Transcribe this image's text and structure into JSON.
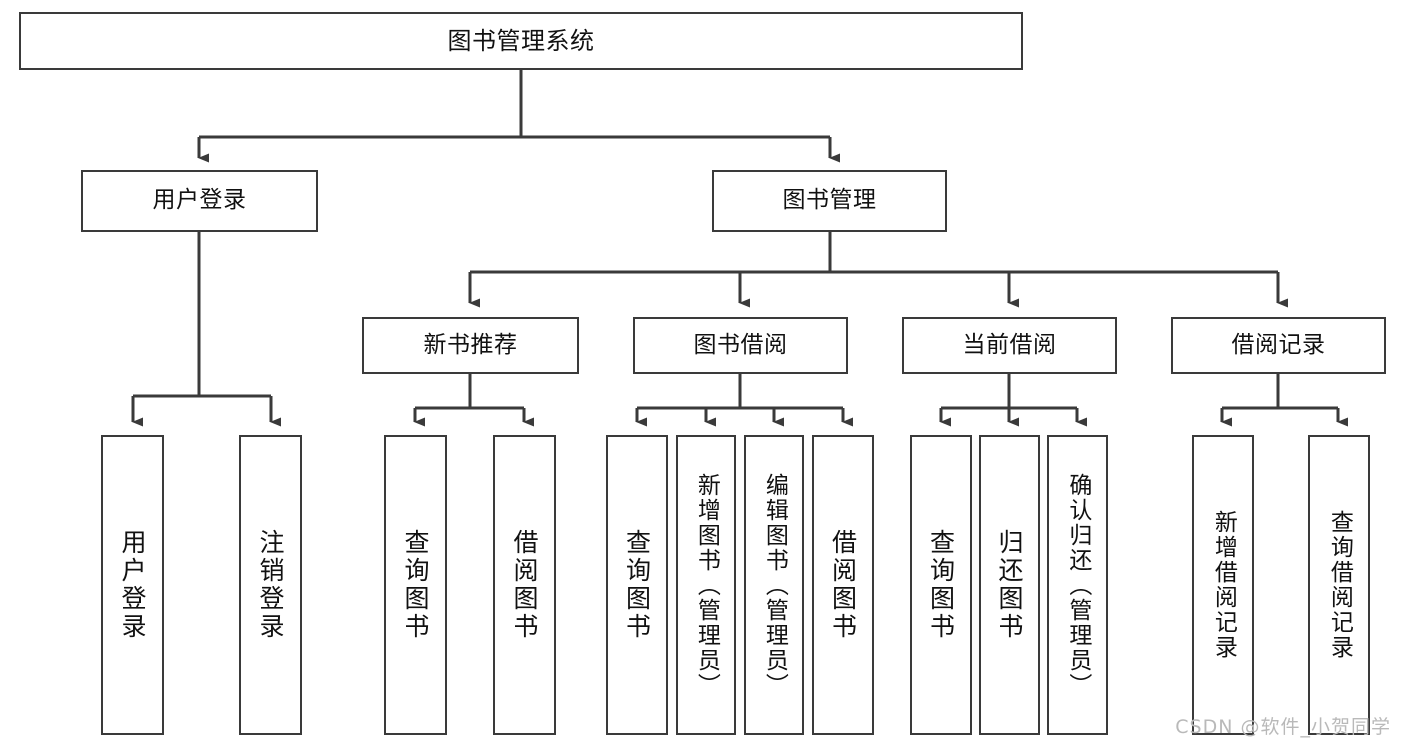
{
  "diagram": {
    "type": "tree-hierarchy",
    "title": "图书管理系统",
    "watermark": "CSDN @软件_小贺同学",
    "colors": {
      "stroke": "#3a3a3a",
      "fill": "#ffffff",
      "text": "#111111",
      "watermark": "#b9b9b9"
    },
    "root": {
      "label": "图书管理系统"
    },
    "level2": [
      {
        "id": "user-login",
        "label": "用户登录"
      },
      {
        "id": "book-manage",
        "label": "图书管理"
      }
    ],
    "level3": [
      {
        "id": "new-book-recommend",
        "label": "新书推荐",
        "parent": "book-manage"
      },
      {
        "id": "book-borrow",
        "label": "图书借阅",
        "parent": "book-manage"
      },
      {
        "id": "current-borrow",
        "label": "当前借阅",
        "parent": "book-manage"
      },
      {
        "id": "borrow-record",
        "label": "借阅记录",
        "parent": "book-manage"
      }
    ],
    "leaves": [
      {
        "id": "leaf-user-login",
        "label": "用户登录",
        "parent": "user-login"
      },
      {
        "id": "leaf-logout",
        "label": "注销登录",
        "parent": "user-login"
      },
      {
        "id": "leaf-query-book-1",
        "label": "查询图书",
        "parent": "new-book-recommend"
      },
      {
        "id": "leaf-borrow-book-1",
        "label": "借阅图书",
        "parent": "new-book-recommend"
      },
      {
        "id": "leaf-query-book-2",
        "label": "查询图书",
        "parent": "book-borrow"
      },
      {
        "id": "leaf-add-book",
        "label": "新增图书（管理员）",
        "parent": "book-borrow"
      },
      {
        "id": "leaf-edit-book",
        "label": "编辑图书（管理员）",
        "parent": "book-borrow"
      },
      {
        "id": "leaf-borrow-book-2",
        "label": "借阅图书",
        "parent": "book-borrow"
      },
      {
        "id": "leaf-query-book-3",
        "label": "查询图书",
        "parent": "current-borrow"
      },
      {
        "id": "leaf-return-book",
        "label": "归还图书",
        "parent": "current-borrow"
      },
      {
        "id": "leaf-confirm-return",
        "label": "确认归还（管理员）",
        "parent": "current-borrow"
      },
      {
        "id": "leaf-add-record",
        "label": "新增借阅记录",
        "parent": "borrow-record"
      },
      {
        "id": "leaf-query-record",
        "label": "查询借阅记录",
        "parent": "borrow-record"
      }
    ]
  }
}
